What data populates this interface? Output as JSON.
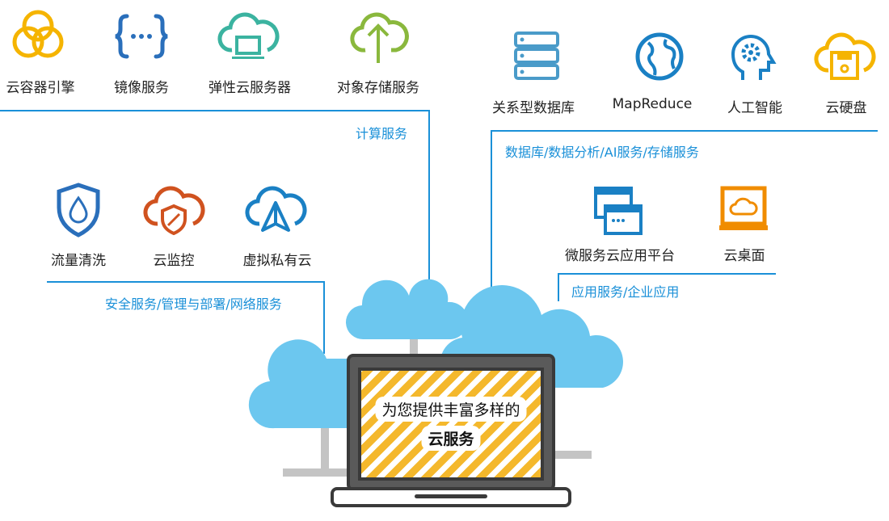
{
  "compute": {
    "section_label": "计算服务",
    "items": [
      {
        "label": "云容器引擎",
        "icon": "rings-icon",
        "color": "#f5b400"
      },
      {
        "label": "镜像服务",
        "icon": "braces-icon",
        "color": "#2a6fbb"
      },
      {
        "label": "弹性云服务器",
        "icon": "cloud-server-icon",
        "color": "#3bb3a0"
      },
      {
        "label": "对象存储服务",
        "icon": "cloud-upload-icon",
        "color": "#8ab83d"
      }
    ]
  },
  "data": {
    "section_label": "数据库/数据分析/AI服务/存储服务",
    "items": [
      {
        "label": "关系型数据库",
        "icon": "database-server-icon",
        "color": "#4a9bc9"
      },
      {
        "label": "MapReduce",
        "icon": "globe-icon",
        "color": "#1a80c4"
      },
      {
        "label": "人工智能",
        "icon": "ai-head-gear-icon",
        "color": "#1a80c4"
      },
      {
        "label": "云硬盘",
        "icon": "cloud-disk-icon",
        "color": "#f5b400"
      }
    ]
  },
  "security": {
    "section_label": "安全服务/管理与部署/网络服务",
    "items": [
      {
        "label": "流量清洗",
        "icon": "shield-drop-icon",
        "color": "#2a6fbb"
      },
      {
        "label": "云监控",
        "icon": "cloud-shield-icon",
        "color": "#d0521f"
      },
      {
        "label": "虚拟私有云",
        "icon": "cloud-network-icon",
        "color": "#1a80c4"
      }
    ]
  },
  "apps": {
    "section_label": "应用服务/企业应用",
    "items": [
      {
        "label": "微服务云应用平台",
        "icon": "windows-stack-icon",
        "color": "#1a80c4"
      },
      {
        "label": "云桌面",
        "icon": "desktop-cloud-icon",
        "color": "#f08c00"
      }
    ]
  },
  "laptop": {
    "line1": "为您提供丰富多样的",
    "line2": "云服务"
  }
}
